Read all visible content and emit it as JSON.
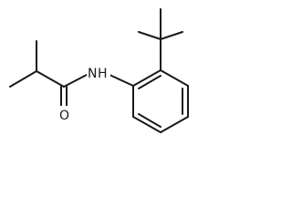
{
  "molecule": {
    "atoms": {
      "nitrogen": "N",
      "hydrogen": "H",
      "oxygen": "O"
    }
  }
}
